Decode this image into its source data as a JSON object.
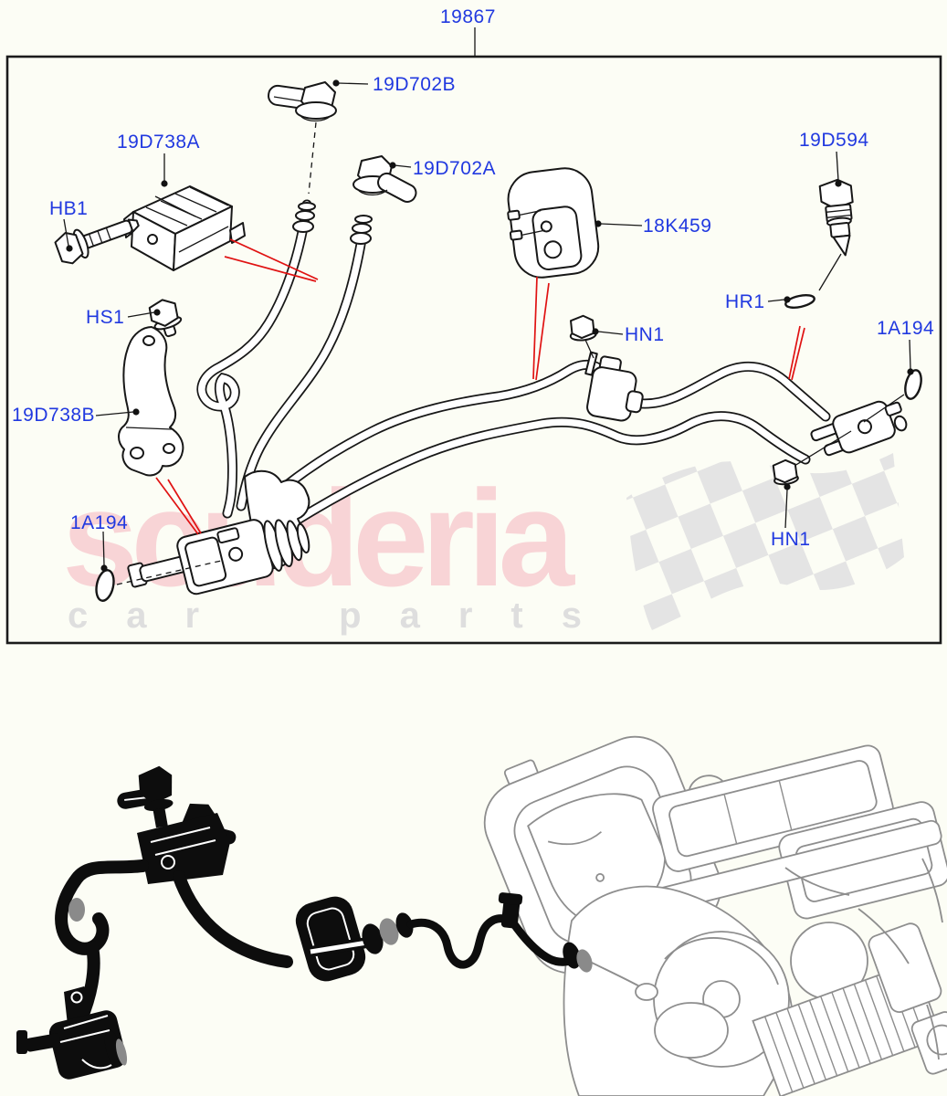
{
  "parts": {
    "assembly": "19867",
    "fitting_top": "19D702B",
    "fitting_mid": "19D702A",
    "module": "19D738A",
    "bolt": "HB1",
    "screw": "HS1",
    "bracket": "19D738B",
    "oring_valve": "1A194",
    "insulator": "18K459",
    "nut_upper": "HN1",
    "sensor": "19D594",
    "oring_sensor": "HR1",
    "oring_pipe": "1A194",
    "nut_lower": "HN1"
  },
  "watermark": {
    "brand": "scuderia",
    "tagline": "car parts"
  },
  "colors": {
    "label_blue": "#2139e0",
    "leader_red": "#e01212",
    "watermark_pink": "#f8d4d6",
    "watermark_gray": "#dedede",
    "flag_gray": "#e4e4e4"
  }
}
